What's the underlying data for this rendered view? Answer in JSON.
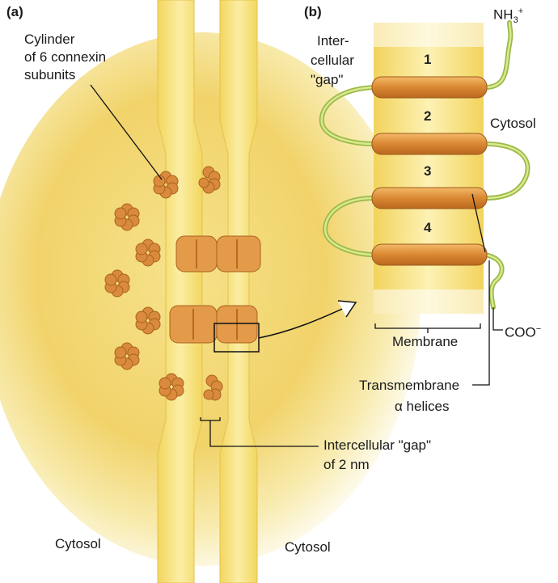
{
  "panel_a": {
    "tag": "(a)",
    "cylinder_label": [
      "Cylinder",
      "of 6 connexin",
      "subunits"
    ],
    "gap_label": [
      "Intercellular \"gap\"",
      "of 2 nm"
    ],
    "cytosol_left": "Cytosol",
    "cytosol_right": "Cytosol"
  },
  "panel_b": {
    "tag": "(b)",
    "gap_label": [
      "Inter-",
      "cellular",
      "\"gap\""
    ],
    "nh3": {
      "base": "NH",
      "sub": "3",
      "sup": "+"
    },
    "cytosol": "Cytosol",
    "coo": {
      "base": "COO",
      "sup": "−"
    },
    "helix_numbers": [
      "1",
      "2",
      "3",
      "4"
    ],
    "membrane": "Membrane",
    "transmembrane": [
      "Transmembrane",
      "α helices"
    ]
  },
  "colors": {
    "membrane": "#f7e27a",
    "background_glow": "#f3d96a",
    "connexin": "#d98a3c",
    "helix": "#e09a46",
    "loop": "#b8d46a"
  }
}
